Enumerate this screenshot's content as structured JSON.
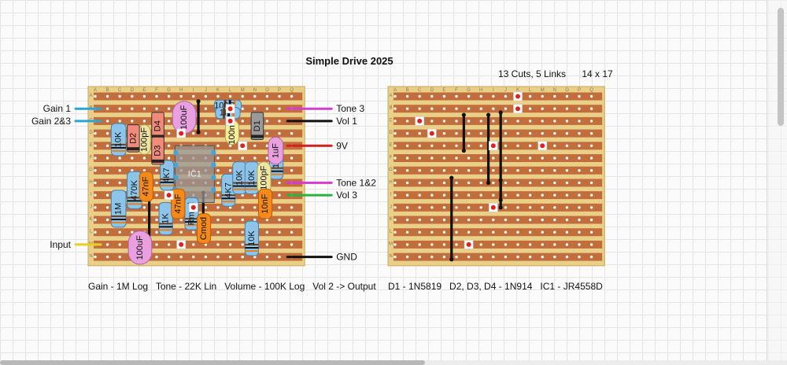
{
  "title": "Simple Drive 2025",
  "info": {
    "cuts_links": "13 Cuts, 5 Links",
    "grid_size": "14 x 17"
  },
  "columns": [
    "A",
    "B",
    "C",
    "D",
    "E",
    "F",
    "G",
    "H",
    "I",
    "J",
    "K",
    "L",
    "M",
    "N",
    "O",
    "P",
    "Q"
  ],
  "rows": [
    "A",
    "B",
    "C",
    "D",
    "E",
    "F",
    "G",
    "H",
    "I",
    "J",
    "K",
    "L",
    "M",
    "N"
  ],
  "offboard": [
    {
      "label": "Gain 1",
      "side": "left",
      "row": 1,
      "color": "#2aa6d6"
    },
    {
      "label": "Gain 2&3",
      "side": "left",
      "row": 2,
      "color": "#2aa6d6"
    },
    {
      "label": "Input",
      "side": "left",
      "row": 12,
      "color": "#e8d020"
    },
    {
      "label": "Tone 3",
      "side": "right",
      "row": 1,
      "color": "#d23fd0"
    },
    {
      "label": "Vol 1",
      "side": "right",
      "row": 2,
      "color": "#111111"
    },
    {
      "label": "9V",
      "side": "right",
      "row": 4,
      "color": "#d02020"
    },
    {
      "label": "Tone 1&2",
      "side": "right",
      "row": 7,
      "color": "#d23fd0"
    },
    {
      "label": "Vol 3",
      "side": "right",
      "row": 8,
      "color": "#2fb040"
    },
    {
      "label": "GND",
      "side": "right",
      "row": 13,
      "color": "#111111"
    }
  ],
  "resistors": [
    {
      "label": "100Ω",
      "col": 9.7,
      "row": 0.3,
      "w": 2.2,
      "h": 0.9,
      "dir": "h"
    },
    {
      "label": "1K",
      "col": 9.8,
      "row": 0.9,
      "w": 2.0,
      "h": 0.9,
      "dir": "h"
    },
    {
      "label": "10K",
      "col": 1.3,
      "row": 2.2,
      "w": 1.2,
      "h": 2.6,
      "dir": "v"
    },
    {
      "label": "470K",
      "col": 2.6,
      "row": 6.1,
      "w": 1.2,
      "h": 3.0,
      "dir": "v"
    },
    {
      "label": "1M",
      "col": 1.3,
      "row": 7.6,
      "w": 1.2,
      "h": 3.0,
      "dir": "v"
    },
    {
      "label": "4K7",
      "col": 5.3,
      "row": 5.2,
      "w": 1.1,
      "h": 2.4,
      "dir": "v"
    },
    {
      "label": "1K",
      "col": 5.2,
      "row": 8.6,
      "w": 1.1,
      "h": 2.6,
      "dir": "v"
    },
    {
      "label": "Rmod",
      "col": 7.3,
      "row": 8.2,
      "w": 1.1,
      "h": 2.6,
      "dir": "v"
    },
    {
      "label": "4K7",
      "col": 10.3,
      "row": 6.3,
      "w": 1.1,
      "h": 2.6,
      "dir": "v"
    },
    {
      "label": "10K",
      "col": 11.2,
      "row": 5.3,
      "w": 1.1,
      "h": 2.6,
      "dir": "v"
    },
    {
      "label": "10K",
      "col": 12.2,
      "row": 5.3,
      "w": 1.1,
      "h": 2.6,
      "dir": "v"
    },
    {
      "label": "1K",
      "col": 14.2,
      "row": 4.1,
      "w": 1.1,
      "h": 2.6,
      "dir": "v"
    },
    {
      "label": "10K",
      "col": 12.2,
      "row": 10.1,
      "w": 1.1,
      "h": 2.8,
      "dir": "v"
    }
  ],
  "film_caps": [
    {
      "label": "100pF",
      "col": 3.5,
      "row": 2.3,
      "w": 1.0,
      "h": 2.4,
      "color": "#f0e6a4"
    },
    {
      "label": "100pF",
      "col": 13.2,
      "row": 5.3,
      "w": 1.1,
      "h": 2.6,
      "color": "#f0e6a4"
    },
    {
      "label": "100nF",
      "col": 10.6,
      "row": 1.9,
      "w": 1.1,
      "h": 2.0,
      "color": "#f5ec9c"
    }
  ],
  "box_caps": [
    {
      "label": "47nF",
      "col": 3.6,
      "row": 6.1,
      "w": 1.1,
      "h": 2.4
    },
    {
      "label": "47nF",
      "col": 6.2,
      "row": 7.5,
      "w": 1.1,
      "h": 2.4
    },
    {
      "label": "Cmod",
      "col": 8.3,
      "row": 9.5,
      "w": 1.1,
      "h": 2.4
    },
    {
      "label": "10nF",
      "col": 13.3,
      "row": 7.5,
      "w": 1.1,
      "h": 2.4
    }
  ],
  "elec_caps": [
    {
      "label": "100uF",
      "col": 6.3,
      "row": 0.4,
      "w": 1.9,
      "h": 2.6
    },
    {
      "label": "1uF",
      "col": 14.1,
      "row": 3.3,
      "w": 1.2,
      "h": 2.2
    },
    {
      "label": "100uF",
      "col": 2.7,
      "row": 10.9,
      "w": 1.9,
      "h": 2.7
    }
  ],
  "diodes": [
    {
      "label": "D2",
      "col": 2.6,
      "row": 2.3,
      "w": 1.0,
      "h": 2.2,
      "color": "#f08a7a"
    },
    {
      "label": "D4",
      "col": 4.6,
      "row": 1.3,
      "w": 1.0,
      "h": 2.2,
      "color": "#f08a7a"
    },
    {
      "label": "D3",
      "col": 4.6,
      "row": 3.3,
      "w": 1.0,
      "h": 2.2,
      "color": "#f08a7a"
    },
    {
      "label": "D1",
      "col": 12.7,
      "row": 1.3,
      "w": 1.0,
      "h": 2.2,
      "color": "#9a9a9a"
    }
  ],
  "ic": {
    "label": "IC1",
    "col": 6.5,
    "row": 4.0,
    "w": 3.2,
    "h": 4.6
  },
  "board_links": [
    {
      "col": 8.4,
      "r1": 0.4,
      "r2": 2.9
    },
    {
      "col": 4.4,
      "r1": 7.4,
      "r2": 11.6
    },
    {
      "col": 8.8,
      "r1": 7.8,
      "r2": 10.6
    }
  ],
  "cuts_left": [
    [
      11,
      1
    ],
    [
      11,
      2
    ],
    [
      12,
      4
    ],
    [
      7,
      3
    ],
    [
      6,
      8
    ],
    [
      8,
      9
    ],
    [
      7,
      12
    ]
  ],
  "cuts_right": [
    [
      10,
      0
    ],
    [
      10,
      1
    ],
    [
      2,
      2
    ],
    [
      3,
      3
    ],
    [
      8,
      4
    ],
    [
      12,
      4
    ],
    [
      8,
      9
    ],
    [
      6,
      12
    ]
  ],
  "right_links": [
    {
      "col": 5.6,
      "r1": 1.5,
      "r2": 4.4
    },
    {
      "col": 7.6,
      "r1": 1.5,
      "r2": 7.0
    },
    {
      "col": 8.6,
      "r1": 1.3,
      "r2": 8.4
    },
    {
      "col": 4.6,
      "r1": 6.6,
      "r2": 13.2
    },
    {
      "col": 8.6,
      "r1": 6.8,
      "r2": 9.0
    }
  ],
  "footer_left": "Gain - 1M Log   Tone - 22K Lin   Volume - 100K Log   Vol 2 -> Output",
  "footer_right": "D1 - 1N5819   D2, D3, D4 - 1N914   IC1 - JR4558D"
}
